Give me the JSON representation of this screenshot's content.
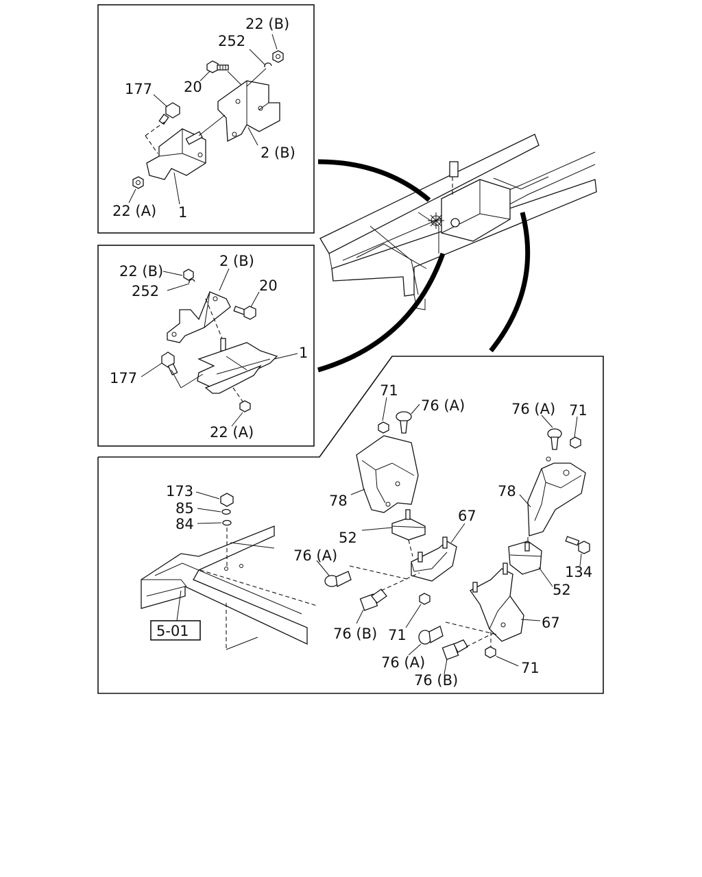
{
  "panel1": {
    "lbl_22b": "22 (B)",
    "lbl_252": "252",
    "lbl_20": "20",
    "lbl_177": "177",
    "lbl_2b": "2 (B)",
    "lbl_22a": "22 (A)",
    "lbl_1": "1"
  },
  "panel2": {
    "lbl_22b": "22 (B)",
    "lbl_2b": "2 (B)",
    "lbl_252": "252",
    "lbl_20": "20",
    "lbl_1": "1",
    "lbl_177": "177",
    "lbl_22a": "22 (A)"
  },
  "panel3": {
    "lbl_71_a": "71",
    "lbl_76a_a": "76 (A)",
    "lbl_76a_b": "76 (A)",
    "lbl_71_b": "71",
    "lbl_78_a": "78",
    "lbl_78_b": "78",
    "lbl_173": "173",
    "lbl_85": "85",
    "lbl_84": "84",
    "lbl_67_a": "67",
    "lbl_52_a": "52",
    "lbl_76a_c": "76 (A)",
    "lbl_134": "134",
    "lbl_52_b": "52",
    "lbl_67_b": "67",
    "lbl_501": "5-01",
    "lbl_76b_a": "76 (B)",
    "lbl_71_c": "71",
    "lbl_76a_d": "76 (A)",
    "lbl_71_d": "71",
    "lbl_76b_b": "76 (B)"
  }
}
